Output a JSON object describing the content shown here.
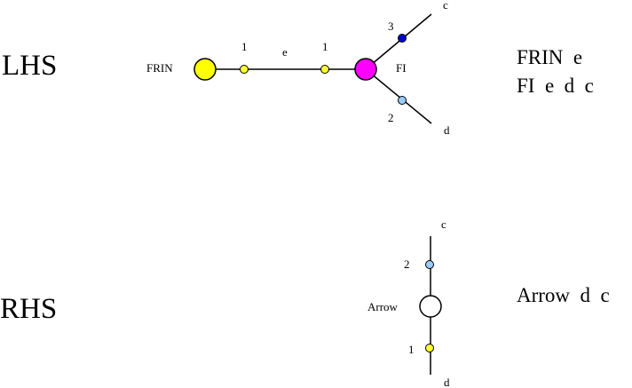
{
  "lhs": {
    "title": "LHS",
    "formula_lines": [
      "FRIN  e",
      "FI  e  d  c"
    ],
    "nodes": {
      "frin": {
        "label": "FRIN",
        "color": "#ffff00"
      },
      "fi": {
        "label": "FI",
        "color": "#ff00ff"
      }
    },
    "ports": {
      "frin_e": {
        "label": "1",
        "color": "#ffff33"
      },
      "fi_e": {
        "label": "1",
        "color": "#ffff33"
      },
      "fi_c": {
        "label": "3",
        "color": "#0000cc"
      },
      "fi_d": {
        "label": "2",
        "color": "#99ccff"
      }
    },
    "edges": {
      "e": "e",
      "c": "c",
      "d": "d"
    }
  },
  "rhs": {
    "title": "RHS",
    "formula_lines": [
      "Arrow  d  c"
    ],
    "nodes": {
      "arrow": {
        "label": "Arrow",
        "color": "#ffffff"
      }
    },
    "ports": {
      "arrow_c": {
        "label": "2",
        "color": "#99ccff"
      },
      "arrow_d": {
        "label": "1",
        "color": "#ffff33"
      }
    },
    "edges": {
      "c": "c",
      "d": "d"
    }
  }
}
